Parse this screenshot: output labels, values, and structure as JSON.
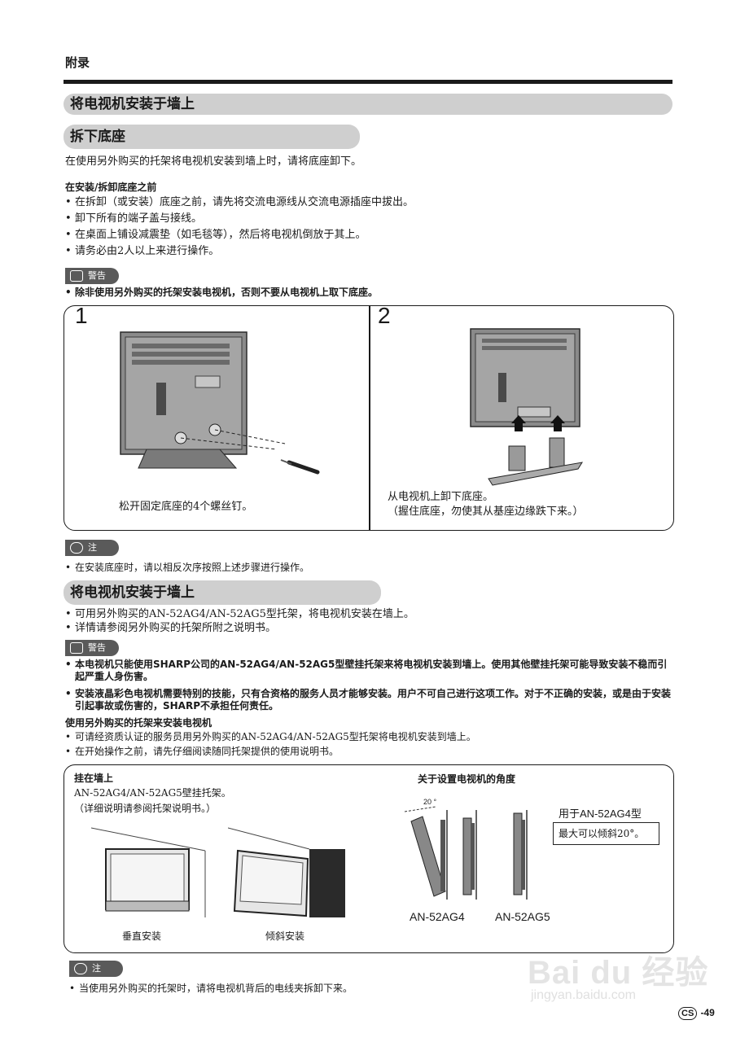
{
  "header": {
    "section": "附录"
  },
  "section1": {
    "title": "将电视机安装于墙上"
  },
  "subsection1": {
    "title": "拆下底座",
    "intro": "在使用另外购买的托架将电视机安装到墙上时，请将底座卸下。",
    "before_heading": "在安装/拆卸底座之前",
    "bullets": [
      "在拆卸（或安装）底座之前，请先将交流电源线从交流电源插座中拔出。",
      "卸下所有的端子盖与接线。",
      "在桌面上铺设减震垫（如毛毯等），然后将电视机倒放于其上。",
      "请务必由2人以上来进行操作。"
    ],
    "warning_label": "警告",
    "warning_text": "除非使用另外购买的托架安装电视机，否则不要从电视机上取下底座。"
  },
  "steps": [
    {
      "number": "1",
      "caption": "松开固定底座的4个螺丝钉。"
    },
    {
      "number": "2",
      "caption_line1": "从电视机上卸下底座。",
      "caption_line2": "（握住底座，勿使其从基座边缘跌下来。）"
    }
  ],
  "note1": {
    "label": "注",
    "text": "在安装底座时，请以相反次序按照上述步骤进行操作。"
  },
  "subsection2": {
    "title": "将电视机安装于墙上",
    "bullets": [
      "可用另外购买的AN-52AG4/AN-52AG5型托架，将电视机安装在墙上。",
      "详情请参阅另外购买的托架所附之说明书。"
    ],
    "warning_label": "警告",
    "warnings": [
      "本电视机只能使用SHARP公司的AN-52AG4/AN-52AG5型壁挂托架来将电视机安装到墙上。使用其他壁挂托架可能导致安装不稳而引起严重人身伤害。",
      "安装液晶彩色电视机需要特别的技能，只有合资格的服务人员才能够安装。用户不可自己进行这项工作。对于不正确的安装，或是由于安装引起事故或伤害的，SHARP不承担任何责任。"
    ],
    "using_heading": "使用另外购买的托架来安装电视机",
    "using_bullets": [
      "可请经资质认证的服务员用另外购买的AN-52AG4/AN-52AG5型托架将电视机安装到墙上。",
      "在开始操作之前，请先仔细阅读随同托架提供的使用说明书。"
    ]
  },
  "wall_box": {
    "hang_title": "挂在墙上",
    "hang_line1": "AN-52AG4/AN-52AG5壁挂托架。",
    "hang_line2": "（详细说明请参阅托架说明书。）",
    "vertical_label": "垂直安装",
    "tilt_label": "倾斜安装",
    "angle_title": "关于设置电视机的角度",
    "angle_marker": "20 °",
    "ag4_heading": "用于AN-52AG4型",
    "ag4_note": "最大可以倾斜20°。",
    "model_ag4": "AN-52AG4",
    "model_ag5": "AN-52AG5"
  },
  "note2": {
    "label": "注",
    "text": "当使用另外购买的托架时，请将电视机背后的电线夹拆卸下来。"
  },
  "footer": {
    "lang": "CS",
    "page": "-49"
  },
  "watermark": {
    "brand": "Bai du 经验",
    "url": "jingyan.baidu.com"
  }
}
